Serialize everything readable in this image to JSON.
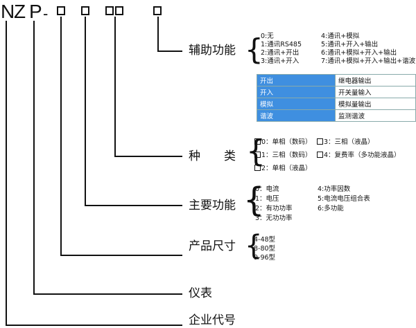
{
  "code": {
    "n": "N",
    "z": "Z",
    "p": "P",
    "dash": "-"
  },
  "fields": {
    "aux": {
      "title": "辅助功能",
      "options_left": [
        "0:无",
        "1:通讯RS485",
        "2:通讯+开出",
        "3:通讯+开入"
      ],
      "options_right": [
        "4:通讯+模拟",
        "5:通讯+开入+输出",
        "6:通讯+模拟+开入+输出",
        "7:通讯+模拟+开入+输出+谐波"
      ],
      "legend": [
        {
          "key": "开出",
          "value": "继电器输出"
        },
        {
          "key": "开入",
          "value": "开关量输入"
        },
        {
          "key": "模拟",
          "value": "模拟量输出"
        },
        {
          "key": "谐波",
          "value": "监测谐波"
        }
      ]
    },
    "type": {
      "title": "种　　类",
      "row1a": "0：单相（数码）",
      "row1b": "3：三相（液晶）",
      "row2a": "1：三相（数码）",
      "row2b": "4：复费率（多功能液晶）",
      "row3": "2：单相（液晶）"
    },
    "main": {
      "title": "主要功能",
      "options_left": [
        "0：电流",
        "1：电压",
        "2：有功功率",
        "3：无功功率"
      ],
      "options_right": [
        "4:功率因数",
        "5:电流电压组合表",
        "6:多功能"
      ]
    },
    "size": {
      "title": "产品尺寸",
      "options": [
        "4-48型",
        "8-80型",
        "9-96型"
      ]
    },
    "instrument": {
      "title": "仪表"
    },
    "company": {
      "title": "企业代号"
    }
  }
}
